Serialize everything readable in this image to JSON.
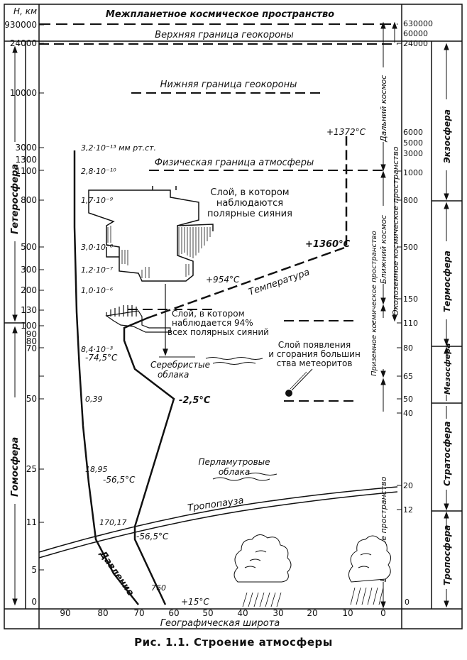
{
  "top_title": "Межпланетное космическое пространство",
  "left_axis_unit": "H, км",
  "left_alt_labels": [
    "930000",
    "24000",
    "10000",
    "3000",
    "1300",
    "1100",
    "800",
    "500",
    "300",
    "200",
    "130",
    "100",
    "90",
    "80",
    "70",
    "50",
    "25",
    "11",
    "5",
    "0"
  ],
  "right_alt_labels": [
    "630000",
    "60000",
    "24000",
    "6000",
    "5000",
    "3000",
    "1000",
    "800",
    "500",
    "150",
    "110",
    "80",
    "65",
    "50",
    "40",
    "20",
    "12",
    "0"
  ],
  "layers": {
    "upper_geocorona": "Верхняя граница геокороны",
    "lower_geocorona": "Нижняя граница геокороны",
    "physical_boundary": "Физическая граница атмосферы",
    "aurora_layer": [
      "Слой, в котором",
      "наблюдаются",
      "полярные сияния"
    ],
    "aurora94": [
      "Слой, в котором",
      "наблюдается 94%",
      "всех полярных сияний"
    ],
    "meteors": [
      "Слой появления",
      "и сгорания большин",
      "ства метеоритов"
    ],
    "noctilucent": [
      "Серебристые",
      "облака"
    ],
    "nacreous": [
      "Перламутровые",
      "облака"
    ],
    "tropopause": "Тропопауза",
    "temperature": "Температура",
    "pressure": "Давление"
  },
  "pressure_labels": [
    "3,2·10⁻¹³ мм рт.ст.",
    "2,8·10⁻¹⁰",
    "1,7·10⁻⁹",
    "3,0·10⁻⁸",
    "1,2·10⁻⁷",
    "1,0·10⁻⁶",
    "8,4·10⁻³",
    "0,39",
    "18,95",
    "170,17",
    "760"
  ],
  "temperature_labels": [
    "+1372°C",
    "+1360°C",
    "+954°C",
    "-74,5°C",
    "-2,5°C",
    "-56,5°C",
    "-56,5°C",
    "+15°C"
  ],
  "left_spheres": [
    "Гетеросфера",
    "Гомосфера"
  ],
  "right_spheres": [
    "Экзосфера",
    "Термосфера",
    "Мезосфера",
    "Стратосфера",
    "Тропосфера"
  ],
  "space_zones": [
    "Дальний космос",
    "Ближний космос",
    "Околоземное космическое пространство",
    "Приземное космическое пространство",
    "Воздушное пространство"
  ],
  "bottom_axis_title": "Географическая широта",
  "latitude_ticks": [
    "90",
    "80",
    "70",
    "60",
    "50",
    "40",
    "30",
    "20",
    "10",
    "0"
  ],
  "caption": "Рис. 1.1. Строение атмосферы",
  "colors": {
    "ink": "#111111",
    "paper": "#ffffff"
  }
}
